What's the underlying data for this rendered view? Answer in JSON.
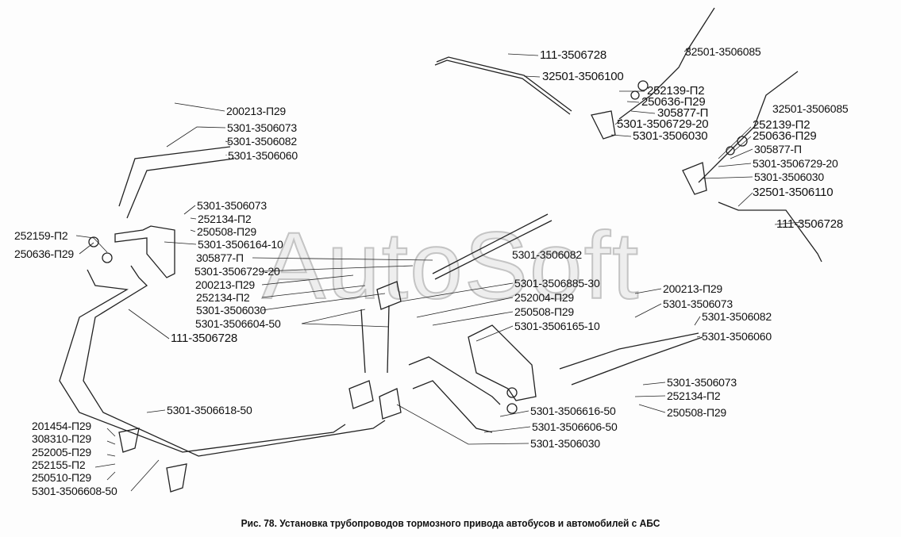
{
  "watermark": "AutoSoft",
  "caption": "Рис. 78. Установка трубопроводов тормозного привода автобусов и автомобилей с АБС",
  "labels": [
    "111-3506728",
    "32501-3506100",
    "32501-3506085",
    "252139-П2",
    "250636-П29",
    "305877-П",
    "5301-3506729-20",
    "5301-3506030",
    "32501-3506085",
    "252139-П2",
    "250636-П29",
    "305877-П",
    "5301-3506729-20",
    "5301-3506030",
    "32501-3506110",
    "111-3506728",
    "5301-3506082",
    "200213-П29",
    "5301-3506073",
    "5301-3506082",
    "5301-3506060",
    "5301-3506073",
    "252134-П2",
    "250508-П29",
    "5301-3506164-10",
    "305877-П",
    "5301-3506729-20",
    "200213-П29",
    "252134-П2",
    "5301-3506030",
    "5301-3506604-50",
    "111-3506728",
    "252159-П2",
    "250636-П29",
    "5301-3506885-30",
    "252004-П29",
    "250508-П29",
    "5301-3506165-10",
    "200213-П29",
    "5301-3506073",
    "5301-3506082",
    "5301-3506060",
    "5301-3506073",
    "252134-П2",
    "250508-П29",
    "5301-3506616-50",
    "5301-3506606-50",
    "5301-3506030",
    "5301-3506618-50",
    "201454-П29",
    "308310-П29",
    "252005-П29",
    "252155-П2",
    "250510-П29",
    "5301-3506608-50"
  ]
}
